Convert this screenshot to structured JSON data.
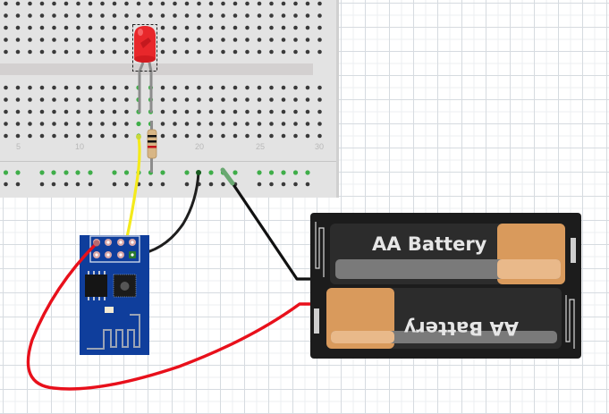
{
  "canvas": {
    "type": "breadboard-schematic",
    "background": "grid"
  },
  "breadboard": {
    "column_labels": [
      "5",
      "10",
      "20",
      "25",
      "30"
    ],
    "colors": {
      "body": "#e3e3e3",
      "channel": "#d3d0d0",
      "hole": "#3a3a3a",
      "hole_connected": "#3fae49"
    }
  },
  "components": {
    "led": {
      "label": "Red LED",
      "color": "#e8272b",
      "selected": true
    },
    "resistor": {
      "label": "Resistor",
      "bands": [
        "#000000",
        "#000000",
        "#c4121a"
      ]
    },
    "esp_module": {
      "label": "ESP-01 WiFi Module",
      "color": "#0f3e9c"
    },
    "battery_holder": {
      "label": "2x AA Battery Holder",
      "cells": [
        {
          "label": "AA Battery",
          "orientation": "normal"
        },
        {
          "label": "AA Battery",
          "orientation": "flipped"
        }
      ]
    }
  },
  "wires": [
    {
      "name": "yellow-wire",
      "color": "#f4ea1b",
      "from": "breadboard",
      "to": "esp-pin"
    },
    {
      "name": "black-wire-esp",
      "color": "#1e1e1e",
      "from": "breadboard",
      "to": "esp-pin"
    },
    {
      "name": "black-wire-battery",
      "color": "#111111",
      "from": "breadboard",
      "to": "battery-holder"
    },
    {
      "name": "red-wire",
      "color": "#e8101b",
      "from": "esp-pin",
      "to": "battery-holder"
    }
  ]
}
